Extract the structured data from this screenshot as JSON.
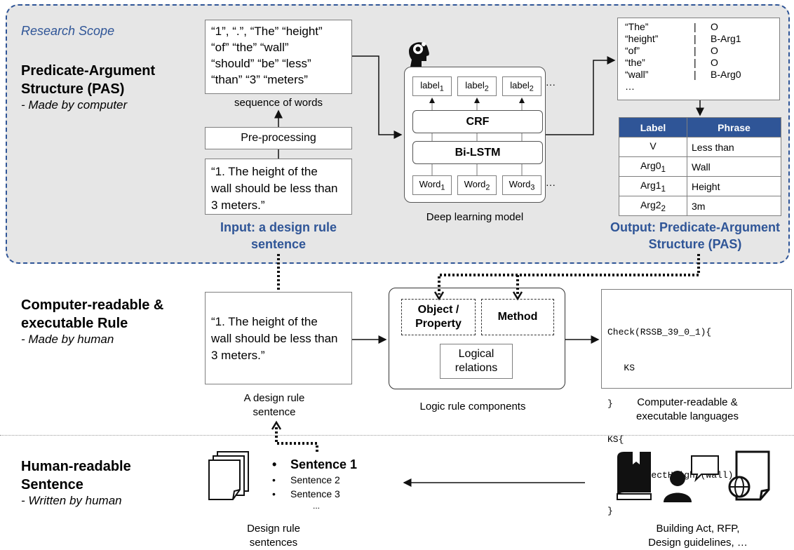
{
  "scope": {
    "title": "Research Scope"
  },
  "sections": {
    "pas": {
      "title1": "Predicate-Argument",
      "title2": "Structure (PAS)",
      "sub": "- Made by computer"
    },
    "rule": {
      "title1": "Computer-readable &",
      "title2": "executable Rule",
      "sub": "- Made by human"
    },
    "human": {
      "title1": "Human-readable",
      "title2": "Sentence",
      "sub": "- Written by human"
    }
  },
  "words_box": {
    "lines": [
      "“1”, “.”, “The” “height”",
      "“of” “the” “wall”",
      "“should” “be” “less”",
      "“than” “3” “meters”"
    ],
    "caption": "sequence of words"
  },
  "preprocessing": "Pre-processing",
  "input_box": {
    "lines": [
      "“1. The height of the",
      "wall should be less than",
      "3 meters.”"
    ],
    "caption1": "Input: a design rule",
    "caption2": "sentence"
  },
  "model": {
    "labels": [
      {
        "t": "label",
        "s": "1"
      },
      {
        "t": "label",
        "s": "2"
      },
      {
        "t": "label",
        "s": "2"
      }
    ],
    "crf": "CRF",
    "bilstm": "Bi-LSTM",
    "words": [
      {
        "t": "Word",
        "s": "1"
      },
      {
        "t": "Word",
        "s": "2"
      },
      {
        "t": "Word",
        "s": "3"
      }
    ],
    "ellipsis": "···",
    "caption": "Deep learning model"
  },
  "output_list": {
    "rows": [
      {
        "w": "“The”",
        "l": "O"
      },
      {
        "w": "“height”",
        "l": "B-Arg1"
      },
      {
        "w": "“of”",
        "l": "O"
      },
      {
        "w": "“the”",
        "l": "O"
      },
      {
        "w": "“wall”",
        "l": "B-Arg0"
      }
    ],
    "more": "…"
  },
  "pas_table": {
    "headers": [
      "Label",
      "Phrase"
    ],
    "rows": [
      {
        "label": "V",
        "sub": "",
        "phrase": "Less than"
      },
      {
        "label": "Arg0",
        "sub": "1",
        "phrase": "Wall"
      },
      {
        "label": "Arg1",
        "sub": "1",
        "phrase": "Height"
      },
      {
        "label": "Arg2",
        "sub": "2",
        "phrase": "3m"
      }
    ],
    "caption1": "Output: Predicate-Argument",
    "caption2": "Structure (PAS)"
  },
  "rule_sentence": {
    "lines": [
      "“1. The height of the",
      "wall should be less than",
      "3 meters.”"
    ],
    "caption1": "A design rule",
    "caption2": "sentence"
  },
  "logic": {
    "object": [
      "Object /",
      "Property"
    ],
    "method": "Method",
    "relations": [
      "Logical",
      "relations"
    ],
    "caption": "Logic rule components"
  },
  "code": {
    "lines": [
      "Check(RSSB_39_0_1){",
      "   KS",
      "}",
      "KS{",
      "  getObjectHeight(Wall) <= 3m",
      "}"
    ],
    "caption1": "Computer-readable &",
    "caption2": "executable languages"
  },
  "sentence_list": {
    "items": [
      "Sentence 1",
      "Sentence 2",
      "Sentence 3",
      "..."
    ],
    "caption1": "Design rule",
    "caption2": "sentences"
  },
  "sources": {
    "caption1": "Building Act, RFP,",
    "caption2": "Design guidelines, …"
  },
  "colors": {
    "accent": "#2f5597",
    "scope_bg": "#e6e6e6"
  }
}
